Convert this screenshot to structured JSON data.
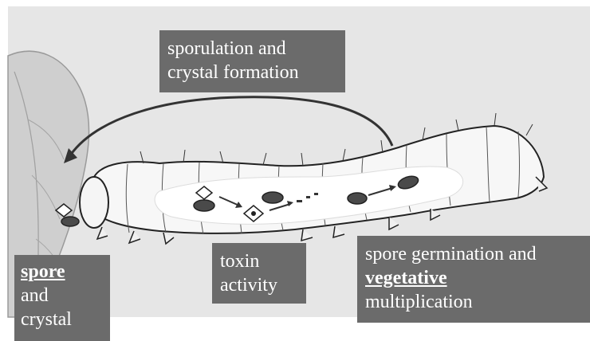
{
  "labels": {
    "sporulation": {
      "line1": "sporulation and",
      "line2": "crystal formation"
    },
    "toxin": {
      "line1": "toxin",
      "line2": "activity"
    },
    "germination": {
      "line1": "spore germination and",
      "line2_bold": "vegetative",
      "line3": "multiplication"
    },
    "spore": {
      "line1_bold": "spore",
      "line2": "and",
      "line3": "crystal"
    }
  },
  "colors": {
    "background": "#e6e6e6",
    "label_box": "#6b6b6b",
    "label_text": "#ffffff",
    "leaf": "#cfcfcf",
    "larva_body": "#f7f7f7",
    "gut": "#ffffff",
    "spore": "#4a4a4a",
    "outline": "#222222"
  }
}
